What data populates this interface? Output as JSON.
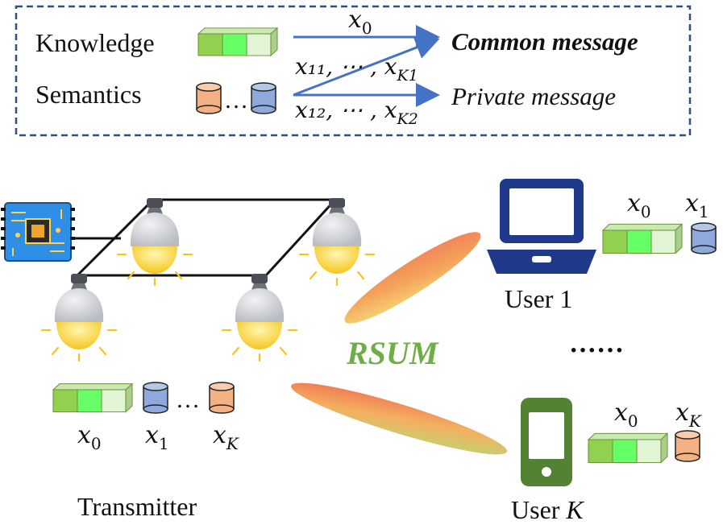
{
  "legend": {
    "knowledge_label": "Knowledge",
    "semantics_label": "Semantics",
    "common_message": "Common message",
    "private_message": "Private message",
    "arrow_top_var": "x",
    "arrow_top_sub": "0",
    "arrow_mid_label": "x₁₁, ⋯ , x",
    "arrow_mid_sub": "K1",
    "arrow_bot_label": "x₁₂, ⋯ , x",
    "arrow_bot_sub": "K2",
    "ellipsis": "…"
  },
  "transmitter": {
    "label": "Transmitter",
    "x0_var": "x",
    "x0_sub": "0",
    "x1_var": "x",
    "x1_sub": "1",
    "xk_var": "x",
    "xk_sub": "K",
    "ellipsis": "…"
  },
  "center": {
    "scheme_label": "RSUM",
    "dots": "······"
  },
  "user1": {
    "label": "User 1",
    "x0_var": "x",
    "x0_sub": "0",
    "x1_var": "x",
    "x1_sub": "1"
  },
  "userk": {
    "label_prefix": "User ",
    "label_var": "K",
    "x0_var": "x",
    "x0_sub": "0",
    "xk_var": "x",
    "xk_sub": "K"
  },
  "colors": {
    "legend_border": "#2f4f7f",
    "arrow": "#4472c4",
    "laptop": "#1f3a8a",
    "phone": "#548235",
    "rsum": "#70ad47",
    "block_dark": "#92d050",
    "block_mid": "#66ff66",
    "block_light": "#e2f5d5",
    "cyl_blue": "#8ea9db",
    "cyl_orange": "#f4b183"
  }
}
